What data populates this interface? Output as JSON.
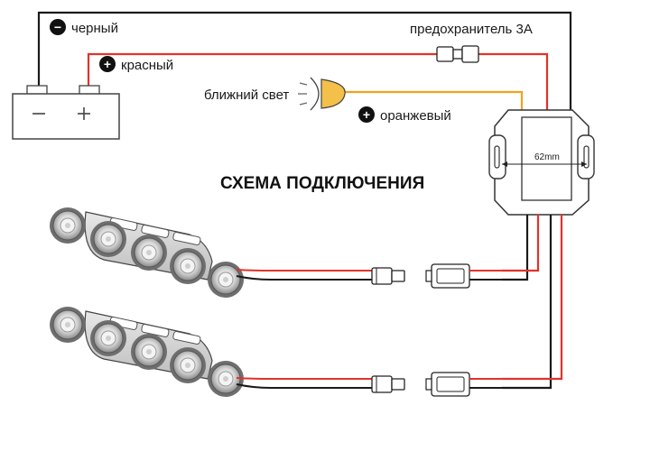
{
  "diagram": {
    "title": "СХЕМА ПОДКЛЮЧЕНИЯ",
    "labels": {
      "black": "черный",
      "red": "красный",
      "fuse": "предохранитель 3А",
      "low_beam": "ближний свет",
      "orange": "оранжевый",
      "dimension": "62mm"
    },
    "polarity": {
      "negative": "−",
      "positive": "+"
    },
    "colors": {
      "wire_black": "#1a1a1a",
      "wire_red": "#e0332b",
      "wire_orange": "#f0a21c",
      "outline": "#333333",
      "background": "#ffffff"
    },
    "icons": [
      "battery-icon",
      "fuse-icon",
      "headlight-icon",
      "controller-box-icon",
      "led-strip-icon",
      "connector-icon"
    ]
  }
}
